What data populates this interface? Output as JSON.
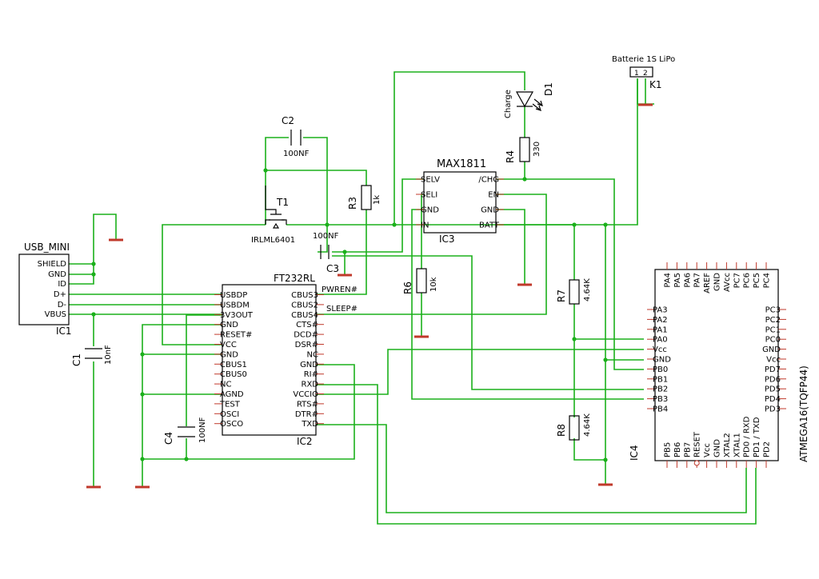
{
  "colors": {
    "wire": "#1bb01b",
    "pin": "#c0392b",
    "body": "#000000",
    "background": "#ffffff"
  },
  "usb": {
    "name": "USB_MINI",
    "ref": "IC1",
    "pins": [
      "SHIELD",
      "GND",
      "ID",
      "D+",
      "D-",
      "VBUS"
    ]
  },
  "ft232": {
    "name": "FT232RL",
    "ref": "IC2",
    "left_pins": [
      "USBDP",
      "USBDM",
      "3V3OUT",
      "GND",
      "RESET#",
      "VCC",
      "GND",
      "CBUS1",
      "CBUS0",
      "NC",
      "AGND",
      "TEST",
      "OSCI",
      "OSCO"
    ],
    "right_pins": [
      "CBUS3",
      "CBUS2",
      "CBUS4",
      "CTS#",
      "DCD#",
      "DSR#",
      "NC",
      "GND",
      "RI#",
      "RXD",
      "VCCIO",
      "RTS#",
      "DTR#",
      "TXD"
    ]
  },
  "max1811": {
    "name": "MAX1811",
    "ref": "IC3",
    "left_pins": [
      "SELV",
      "SELI",
      "GND",
      "IN"
    ],
    "right_pins": [
      "/CHG",
      "EN",
      "GND",
      "BATT"
    ]
  },
  "atmega": {
    "name": "ATMEGA16(TQFP44)",
    "ref": "IC4",
    "top_pins": [
      "PA4",
      "PA5",
      "PA6",
      "PA7",
      "AREF",
      "GND",
      "AVcc",
      "PC7",
      "PC6",
      "PC5",
      "PC4"
    ],
    "left_pins": [
      "PA3",
      "PA2",
      "PA1",
      "PA0",
      "Vcc",
      "GND",
      "PB0",
      "PB1",
      "PB2",
      "PB3",
      "PB4"
    ],
    "right_pins": [
      "PC3",
      "PC2",
      "PC1",
      "PC0",
      "GND",
      "Vcc",
      "PD7",
      "PD6",
      "PD5",
      "PD4",
      "PD3"
    ],
    "bottom_pins": [
      "PB5",
      "PB6",
      "PB7",
      "RESET",
      "Vcc",
      "GND",
      "XTAL2",
      "XTAL1",
      "PD0 / RXD",
      "PD1 / TXD",
      "PD2"
    ]
  },
  "components": {
    "c1": {
      "ref": "C1",
      "value": "10nF"
    },
    "c2": {
      "ref": "C2",
      "value": "100NF"
    },
    "c3": {
      "ref": "C3",
      "value": "100NF"
    },
    "c4": {
      "ref": "C4",
      "value": "100NF"
    },
    "r3": {
      "ref": "R3",
      "value": "1k"
    },
    "r4": {
      "ref": "R4",
      "value": "330"
    },
    "r6": {
      "ref": "R6",
      "value": "10k"
    },
    "r7": {
      "ref": "R7",
      "value": "4.64K"
    },
    "r8": {
      "ref": "R8",
      "value": "4.64K"
    },
    "t1": {
      "ref": "T1",
      "value": "IRLML6401"
    },
    "d1": {
      "ref": "D1",
      "value": "Charge"
    },
    "k1": {
      "ref": "K1",
      "value": "Batterie 1S LiPo",
      "pin1": "1",
      "pin2": "2"
    }
  },
  "nets": {
    "pwren": "PWREN#",
    "sleep": "SLEEP#"
  }
}
